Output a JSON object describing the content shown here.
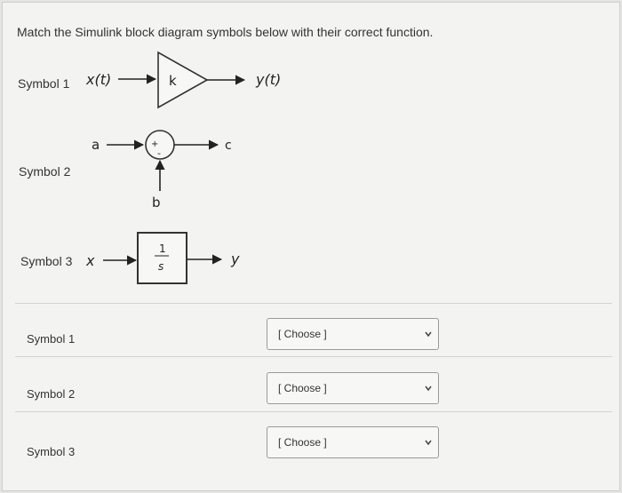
{
  "question": {
    "prompt": "Match the Simulink block diagram symbols below with their correct function."
  },
  "diagram": {
    "symbol1": {
      "label": "Symbol 1",
      "input": "x(t)",
      "gain": "k",
      "output": "y(t)"
    },
    "symbol2": {
      "label": "Symbol 2",
      "input_a": "a",
      "input_b": "b",
      "output": "c",
      "plus_sign": "+",
      "minus_sign": "-"
    },
    "symbol3": {
      "label": "Symbol 3",
      "input": "x",
      "numerator": "1",
      "denominator": "s",
      "output": "y"
    }
  },
  "answers": [
    {
      "label": "Symbol 1",
      "selected": "[ Choose ]"
    },
    {
      "label": "Symbol 2",
      "selected": "[ Choose ]"
    },
    {
      "label": "Symbol 3",
      "selected": "[ Choose ]"
    }
  ],
  "icons": {
    "dropdown": "chevron-down-icon"
  }
}
